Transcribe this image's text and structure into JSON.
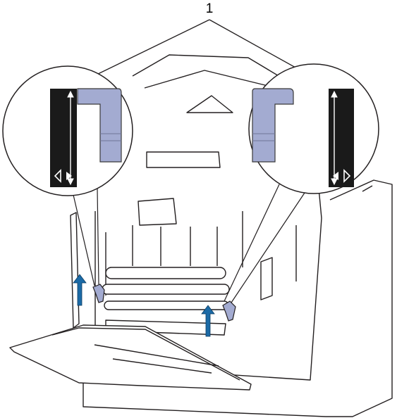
{
  "figure": {
    "callout_label": "1"
  },
  "colors": {
    "line": "#231f20",
    "lever": "#a3abd1",
    "lever_stroke": "#3a3a3a",
    "arrow": "#1b6aa6",
    "strip": "#1a1a1a",
    "background": "#ffffff"
  },
  "icons": {
    "double_arrow": "double-headed-vertical-arrow",
    "arrow_left_right": "arrow-left-and-right"
  }
}
